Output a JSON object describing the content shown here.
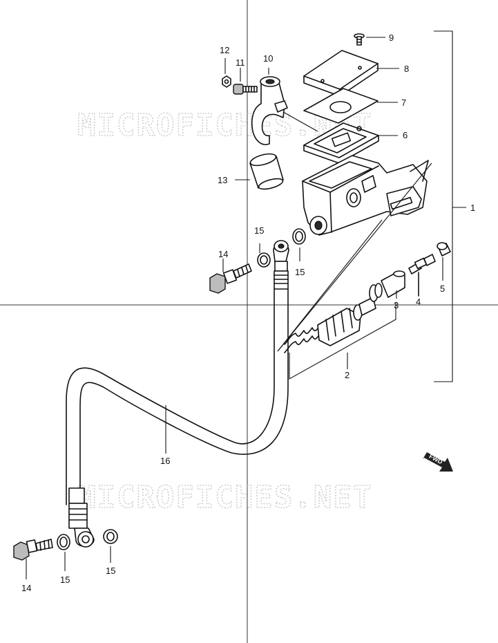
{
  "watermark": "MICROFICHES.NET",
  "fwd_label": "FWD",
  "callouts": [
    {
      "id": "c1",
      "text": "1"
    },
    {
      "id": "c2",
      "text": "2"
    },
    {
      "id": "c3",
      "text": "3"
    },
    {
      "id": "c4",
      "text": "4"
    },
    {
      "id": "c5",
      "text": "5"
    },
    {
      "id": "c6",
      "text": "6"
    },
    {
      "id": "c7",
      "text": "7"
    },
    {
      "id": "c8",
      "text": "8"
    },
    {
      "id": "c9",
      "text": "9"
    },
    {
      "id": "c10",
      "text": "10"
    },
    {
      "id": "c11",
      "text": "11"
    },
    {
      "id": "c12",
      "text": "12"
    },
    {
      "id": "c13",
      "text": "13"
    },
    {
      "id": "c14a",
      "text": "14"
    },
    {
      "id": "c15a",
      "text": "15"
    },
    {
      "id": "c15b",
      "text": "15"
    },
    {
      "id": "c16",
      "text": "16"
    },
    {
      "id": "c14b",
      "text": "14"
    },
    {
      "id": "c15c",
      "text": "15"
    },
    {
      "id": "c15d",
      "text": "15"
    }
  ]
}
